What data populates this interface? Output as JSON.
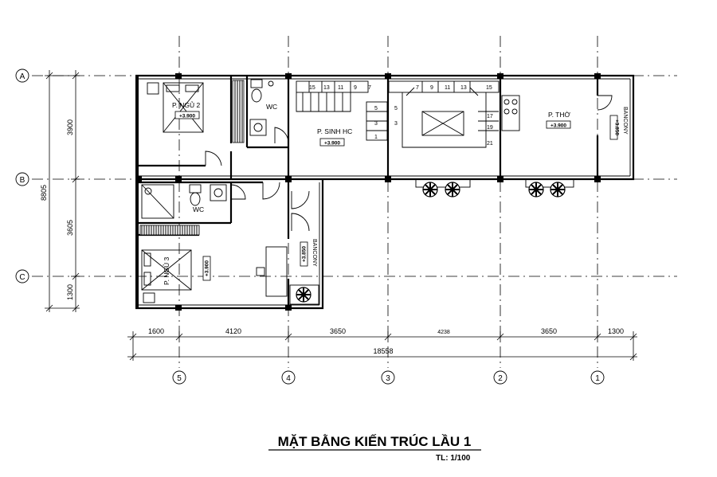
{
  "title": "MẶT BẰNG KIẾN TRÚC LẦU 1",
  "scale_label": "TL: 1/100",
  "grid_rows": [
    "A",
    "B",
    "C"
  ],
  "grid_cols": [
    "5",
    "4",
    "3",
    "2",
    "1"
  ],
  "vertical_dims": {
    "total": "8805",
    "segments": [
      "3900",
      "3605",
      "1300"
    ]
  },
  "horizontal_dims": {
    "segments": [
      "1600",
      "4120",
      "3650",
      "4238",
      "3650",
      "1300"
    ],
    "total": "18558"
  },
  "rooms": {
    "bedroom2": "P. NGỦ 2",
    "bedroom2_elev": "+3.900",
    "wc_top": "WC",
    "living": "P. SINH HC",
    "living_elev": "+3.900",
    "worship": "P. THỜ",
    "worship_elev": "+3.900",
    "balcony_right": "BANCONY",
    "balcony_right_elev": "+3.850",
    "wc_bottom": "WC",
    "bedroom3": "P. NGỦ 3",
    "bedroom3_elev": "+3.900",
    "balcony_left": "BANCONY",
    "balcony_left_elev": "+3.850"
  },
  "stairs": {
    "left_flight": [
      "15",
      "13",
      "11",
      "9",
      "7"
    ],
    "left_mid": [
      "5",
      "3",
      "1"
    ],
    "left_mid_b": [
      "5",
      "3"
    ],
    "right_flight": [
      "7",
      "9",
      "11",
      "13",
      "15"
    ],
    "right_mid": [
      "17",
      "19",
      "21"
    ]
  }
}
